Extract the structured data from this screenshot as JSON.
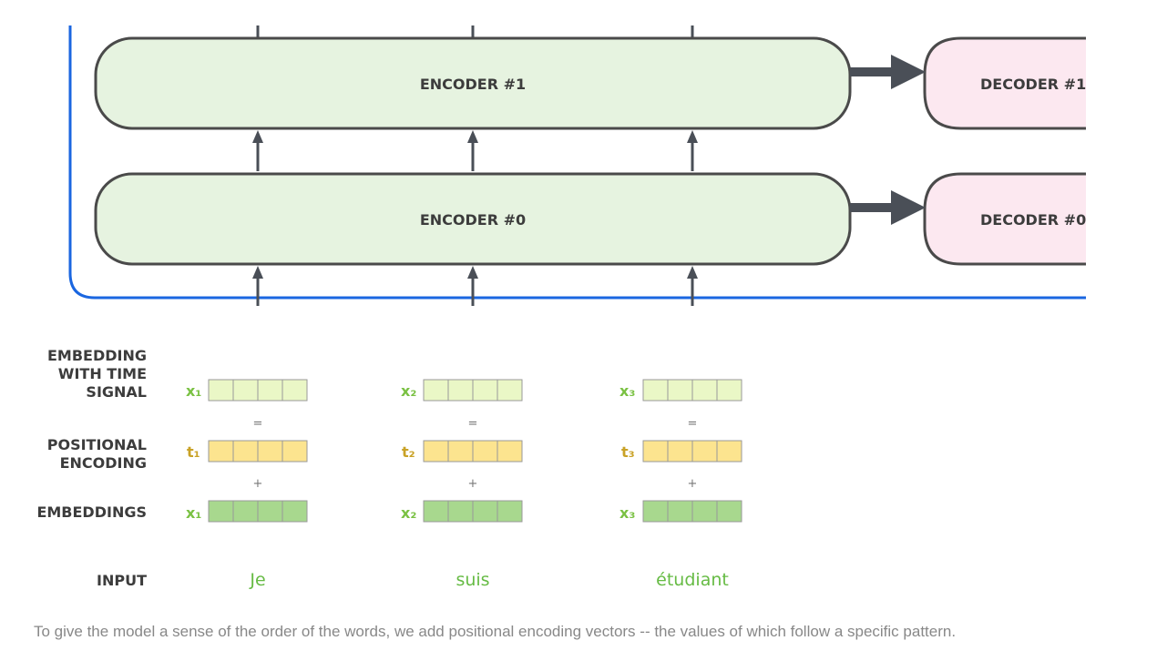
{
  "diagram": {
    "encoders": [
      {
        "label": "ENCODER #1"
      },
      {
        "label": "ENCODER #0"
      }
    ],
    "decoders": [
      {
        "label": "DECODER #1"
      },
      {
        "label": "DECODER #0"
      }
    ],
    "rows": {
      "time_signal": {
        "label_lines": [
          "EMBEDDING",
          "WITH TIME",
          "SIGNAL"
        ],
        "color": "#eaf7c6",
        "text_color": "#7ac143"
      },
      "positional": {
        "label_lines": [
          "POSITIONAL",
          "ENCODING"
        ],
        "color": "#fce48f",
        "text_color": "#c9a227"
      },
      "embeddings": {
        "label_lines": [
          "EMBEDDINGS"
        ],
        "color": "#a8d88e",
        "text_color": "#7ac143"
      },
      "input": {
        "label_lines": [
          "INPUT"
        ]
      }
    },
    "operators": {
      "equals": "=",
      "plus": "+"
    },
    "tokens": [
      {
        "x_label": "x₁",
        "t_label": "t₁",
        "word": "Je"
      },
      {
        "x_label": "x₂",
        "t_label": "t₂",
        "word": "suis"
      },
      {
        "x_label": "x₃",
        "t_label": "t₃",
        "word": "étudiant"
      }
    ]
  },
  "colors": {
    "encoder_fill": "#e6f3e0",
    "decoder_fill": "#fce8f0",
    "outline": "#4a4a4a",
    "stack_border": "#1a66e0",
    "arrow": "#4a4f57"
  },
  "caption": "To give the model a sense of the order of the words, we add positional encoding vectors -- the values of which follow a specific pattern."
}
